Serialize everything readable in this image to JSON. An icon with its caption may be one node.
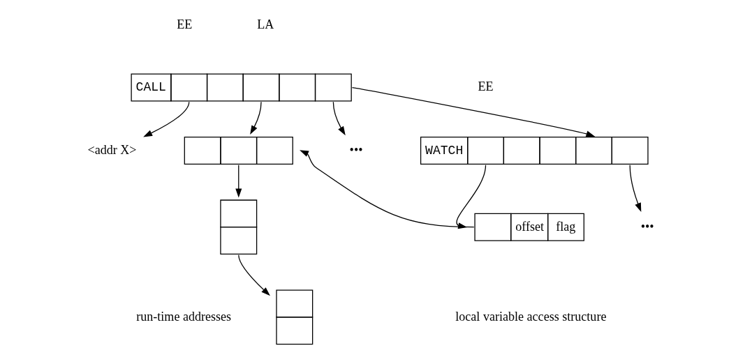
{
  "diagram": {
    "nodes": [
      {
        "text": [
          "CALL"
        ]
      },
      {
        "text": [
          "•••"
        ]
      },
      {
        "text": [
          "<addr X>"
        ]
      },
      {
        "text": [],
        "shape": "box"
      },
      {
        "text": [
          "WATCH"
        ]
      },
      {
        "text": [
          "•••"
        ]
      },
      {
        "text": [
          "offset",
          "flag"
        ]
      },
      {
        "text": [],
        "shape": "box"
      },
      {
        "text": [],
        "shape": "box"
      }
    ],
    "edges": [
      {
        "from": 0,
        "to": 2,
        "arrow": "to"
      },
      {
        "from": 0,
        "to": 3,
        "arrow": "to"
      },
      {
        "from": 0,
        "to": 1,
        "arrow": "to"
      },
      {
        "from": 0,
        "to": 4,
        "arrow": "to"
      },
      {
        "from": 4,
        "to": 5,
        "arrow": "to"
      },
      {
        "from": 4,
        "to": 6,
        "arrow": "to"
      },
      {
        "from": 6,
        "to": 3,
        "arrow": "to"
      },
      {
        "from": 3,
        "to": 7,
        "arrow": "to"
      },
      {
        "from": 7,
        "to": 8,
        "arrow": "to"
      }
    ],
    "labels": [
      "EE",
      "LA",
      "EE",
      "local variable access structure",
      "run-time addresses"
    ]
  }
}
